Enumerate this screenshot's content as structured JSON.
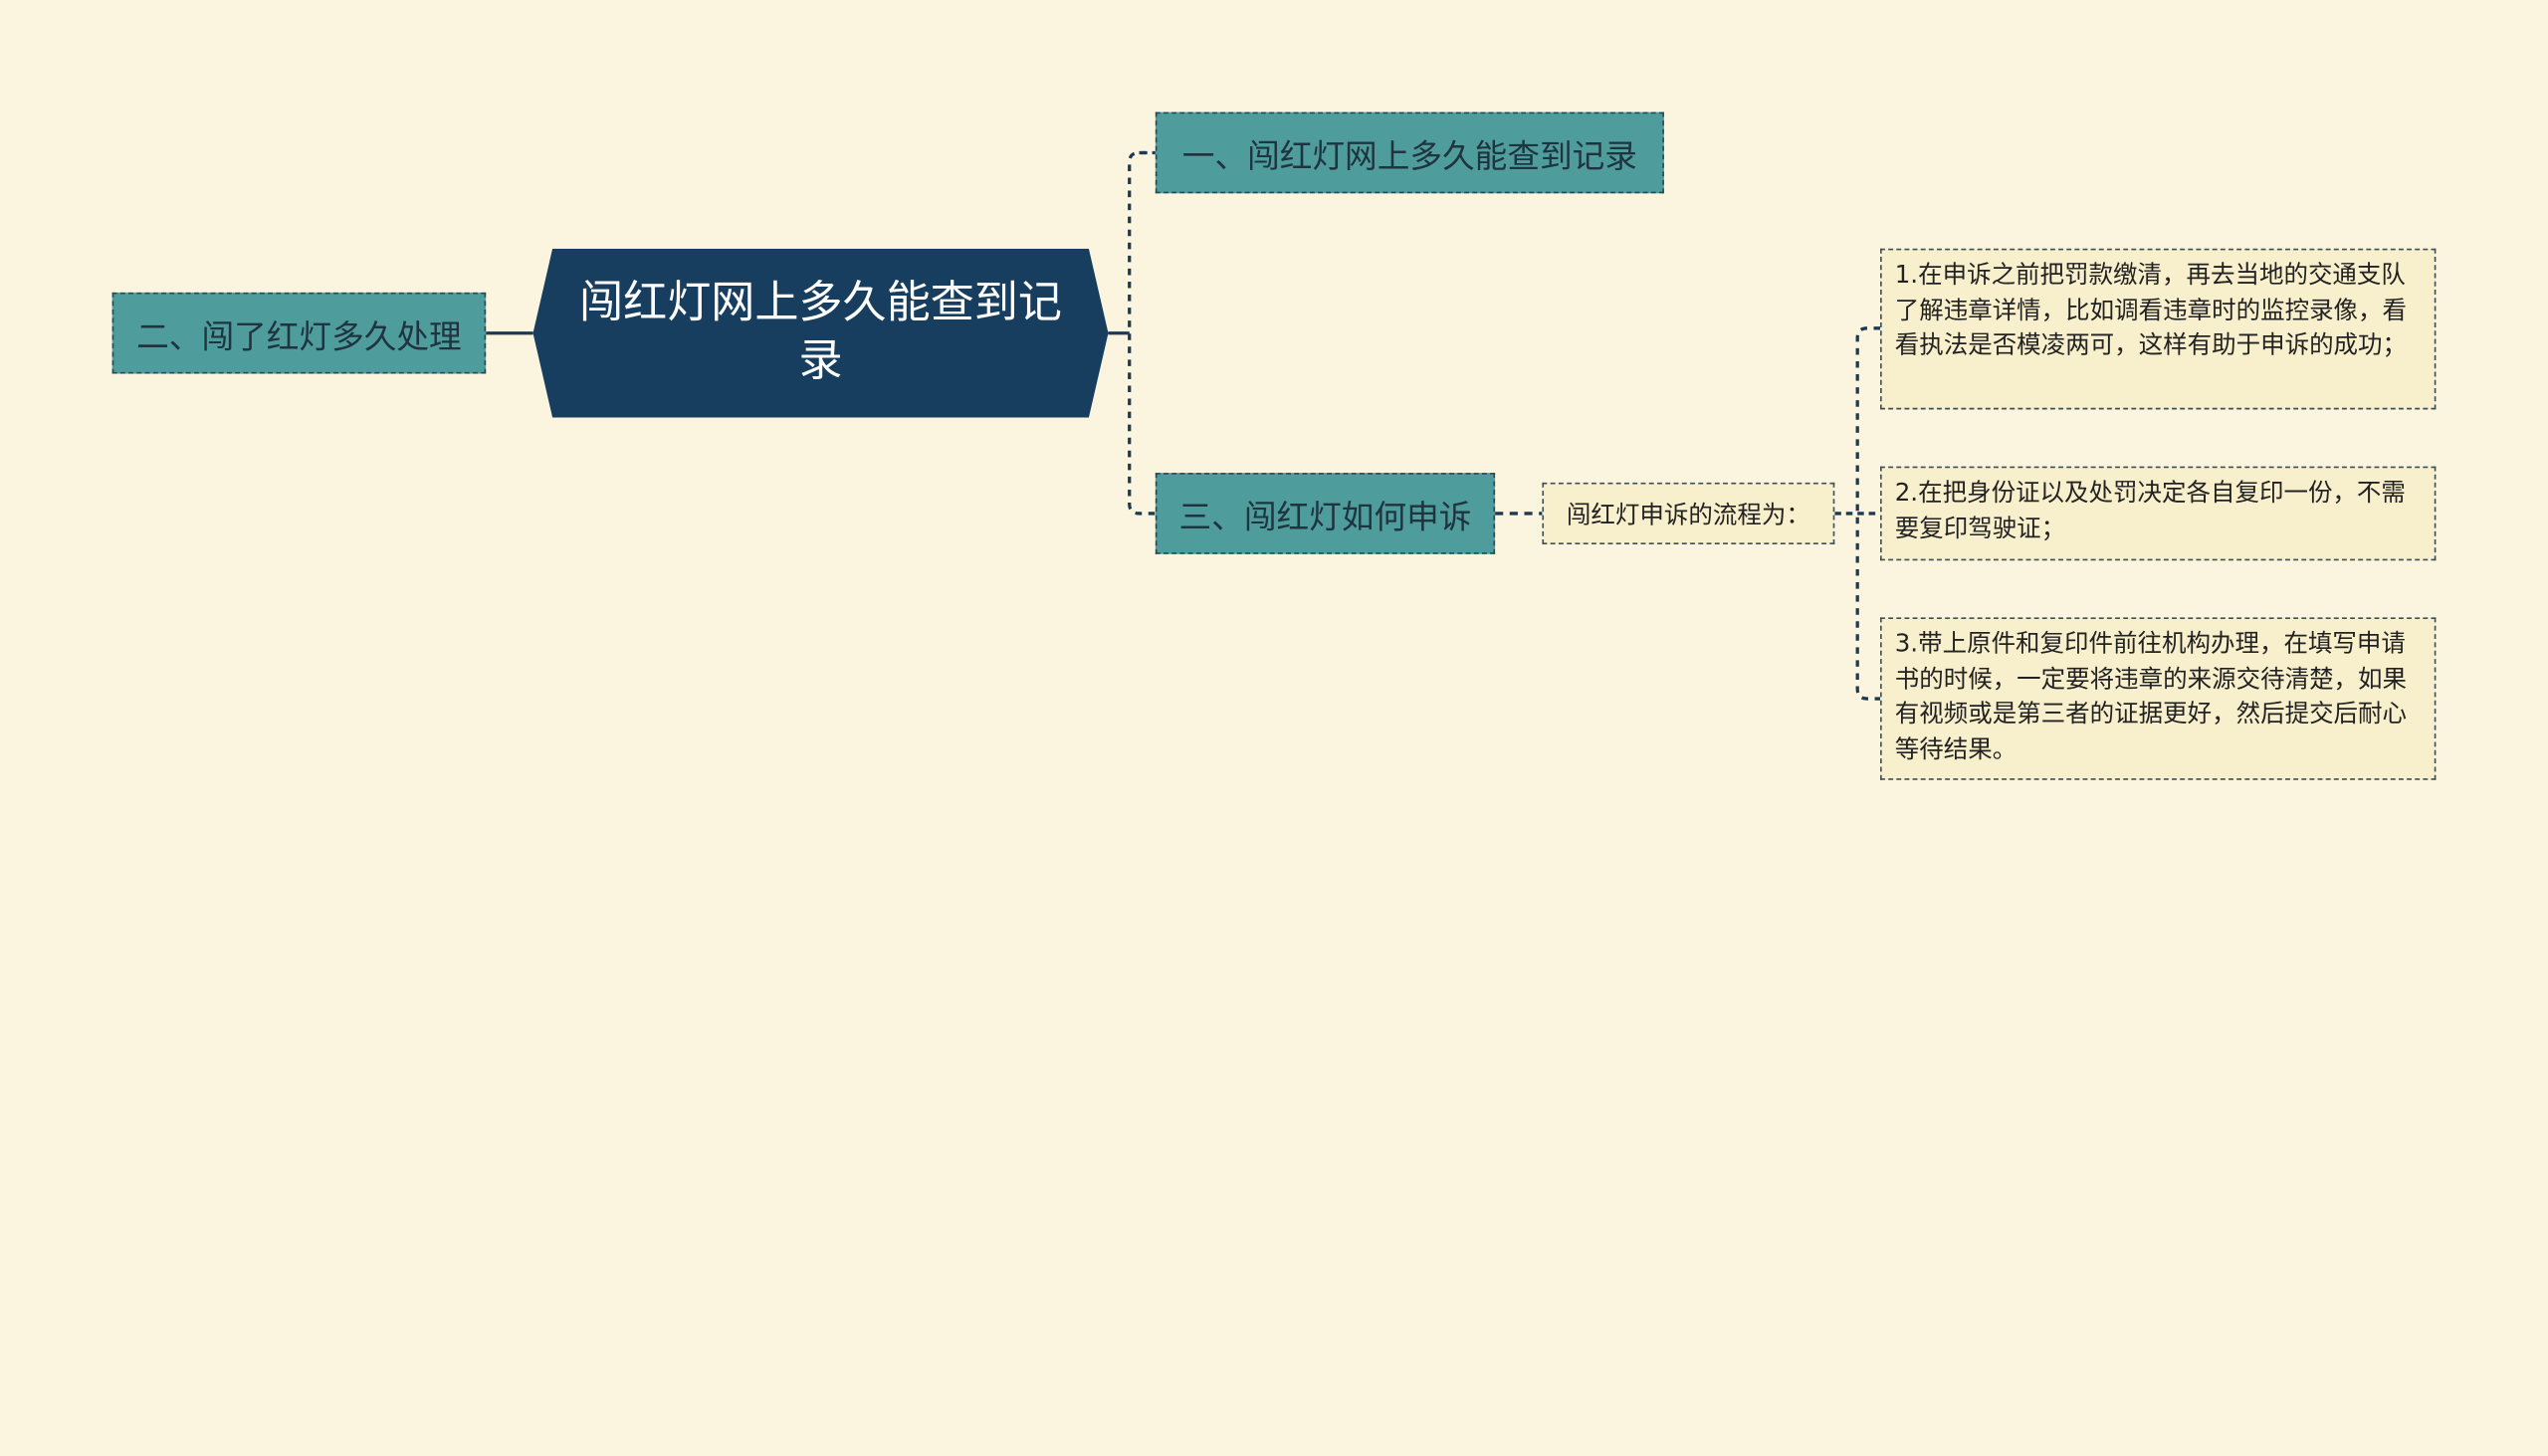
{
  "root": {
    "title": "闯红灯网上多久能查到记录"
  },
  "left_branches": [
    {
      "label": "二、闯了红灯多久处理"
    }
  ],
  "right_branches": [
    {
      "label": "一、闯红灯网上多久能查到记录"
    },
    {
      "label": "三、闯红灯如何申诉"
    }
  ],
  "appeal": {
    "process_label": "闯红灯申诉的流程为：",
    "steps": [
      {
        "text": "1.在申诉之前把罚款缴清，再去当地的交通支队了解违章详情，比如调看违章时的监控录像，看看执法是否模凌两可，这样有助于申诉的成功；"
      },
      {
        "text": "2.在把身份证以及处罚决定各自复印一份，不需要复印驾驶证；"
      },
      {
        "text": "3.带上原件和复印件前往机构办理，在填写申请书的时候，一定要将违章的来源交待清楚，如果有视频或是第三者的证据更好，然后提交后耐心等待结果。"
      }
    ]
  },
  "colors": {
    "background": "#fbf5df",
    "root_fill": "#173e5f",
    "branch_fill": "#4e9d9c",
    "leaf_fill": "#f8efcc",
    "connector": "#1e3a52"
  }
}
